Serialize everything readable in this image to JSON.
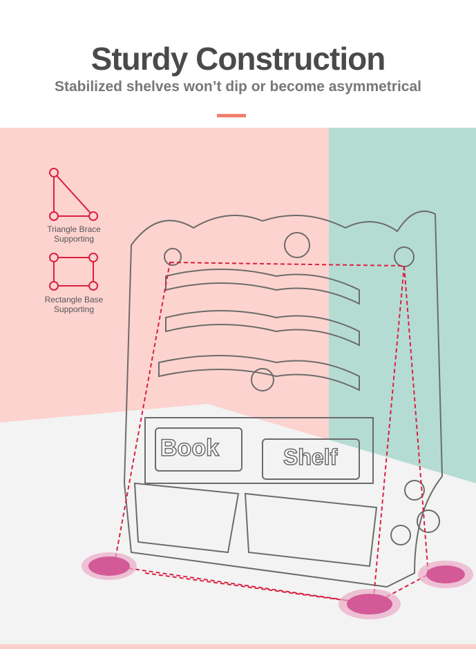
{
  "header": {
    "title": "Sturdy Construction",
    "subtitle": "Stabilized shelves won’t dip or become asymmetrical"
  },
  "legend": [
    {
      "label_line1": "Triangle Brace",
      "label_line2": "Supporting",
      "icon": "triangle-brace-icon"
    },
    {
      "label_line1": "Rectangle Base",
      "label_line2": "Supporting",
      "icon": "rectangle-base-icon"
    }
  ],
  "product": {
    "sign_left": "Book",
    "sign_right": "Shelf"
  },
  "colors": {
    "pink": "#fdd3cf",
    "teal": "#b5dcd3",
    "gray": "#f3f3f3",
    "red": "#d9203f",
    "foot": "#d35a97"
  }
}
